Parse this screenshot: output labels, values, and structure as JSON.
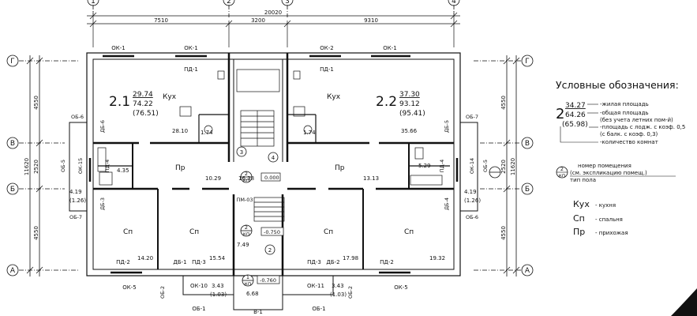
{
  "dimensions": {
    "total": "20020",
    "seg1": "7510",
    "seg2": "3200",
    "seg3": "9310",
    "left_a": "4550",
    "left_b": "2520",
    "left_c": "4550",
    "left_total": "11620",
    "right_a": "4550",
    "right_b": "2520",
    "right_c": "4550",
    "right_total": "11620"
  },
  "axes": {
    "col1": "1",
    "col2": "2",
    "col3": "3",
    "col4": "4",
    "rowG": "Г",
    "rowV": "В",
    "rowB": "Б",
    "rowA": "А"
  },
  "openings": {
    "ok1a": "ОК-1",
    "ok1b": "ОК-1",
    "ok2a": "ОК-2",
    "ok1c": "ОК-1",
    "pd1a": "ПД-1",
    "pd1b": "ПД-1",
    "ob6a": "ОБ-6",
    "ob5a": "ОБ-5",
    "ob7a": "ОБ-7",
    "ob7b": "ОБ-7",
    "ob5b": "ОБ-5",
    "ob6b": "ОБ-6",
    "db6": "ДБ-6",
    "db5": "ДБ-5",
    "db3": "ДБ-3",
    "db4": "ДБ-4",
    "ok15": "ОК-15",
    "ok14": "ОК-14",
    "pd4a": "ПД-4",
    "pd4b": "ПД-4",
    "pd2a": "ПД-2",
    "db1": "ДБ-1",
    "pd3a": "ПД-3",
    "pd3b": "ПД-3",
    "db2": "ДБ-2",
    "pd2b": "ПД-2",
    "ok5a": "ОК-5",
    "ok10": "ОК-10",
    "ok11": "ОК-11",
    "ok5b": "ОК-5",
    "ob2a": "ОБ-2",
    "ob2b": "ОБ-2",
    "ob1a": "ОБ-1",
    "ob1b": "ОБ-1",
    "v1": "В-1",
    "pm03": "ПМ-03"
  },
  "apartments": {
    "left": {
      "type": "2.1",
      "living": "29.74",
      "total": "74.22",
      "with_loggia": "(76.51)",
      "rooms": "2"
    },
    "right": {
      "type": "2.2",
      "living": "37.30",
      "total": "93.12",
      "with_loggia": "(95.41)",
      "rooms": "2"
    }
  },
  "rooms": {
    "kuh_l": "Кух",
    "kuh_r": "Кух",
    "pr_l": "Пр",
    "pr_r": "Пр",
    "sp1": "Сп",
    "sp2": "Сп",
    "sp3": "Сп",
    "sp4": "Сп"
  },
  "areas": {
    "a2810": "28.10",
    "a174l": "1.74",
    "a174r": "1.74",
    "a3566": "35.66",
    "a435": "4.35",
    "a529": "5.29",
    "a1029": "10.29",
    "a1638": "16.38",
    "a1313": "13.13",
    "a419l": "4.19",
    "a126l": "(1.26)",
    "a419r": "4.19",
    "a126r": "(1.26)",
    "a1420": "14.20",
    "a1554": "15.54",
    "a1798": "17.98",
    "a1932": "19.32",
    "a749": "7.49",
    "a343l": "3.43",
    "a103l": "(1.03)",
    "a343r": "3.43",
    "a103r": "(1.03)",
    "a668": "6.68"
  },
  "levels": {
    "l0": "0.000",
    "l1": "-0.750",
    "l2": "-0.760"
  },
  "markers": {
    "m3": "3",
    "m4": "4",
    "m2": "2",
    "kp": "кп",
    "kp1": "1"
  },
  "legend": {
    "title": "Условные обозначения:",
    "digit": "2",
    "living": "34.27",
    "total": "64.26",
    "with_loggia": "(65.98)",
    "l1": "-жилая площадь",
    "l2": "-общая площадь",
    "l3": "(без учета летних пом-й)",
    "l4": "-площадь с лодж. с коэф. 0,5",
    "l5": "(с балк. с коэф. 0,3)",
    "l6": "-количество комнат",
    "tag_num": "2",
    "tag_sub": "кп",
    "t1": "номер помещения",
    "t2": "(см. экспликацию помещ.)",
    "t3": "тип пола",
    "k1": "Кух",
    "k1d": "- кухня",
    "k2": "Сп",
    "k2d": "- спальня",
    "k3": "Пр",
    "k3d": "- прихожая"
  }
}
